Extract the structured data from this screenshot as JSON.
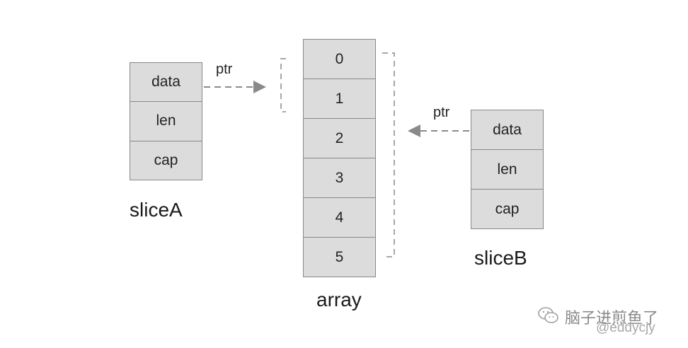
{
  "sliceA": {
    "name": "sliceA",
    "fields": [
      "data",
      "len",
      "cap"
    ],
    "ptr_label": "ptr"
  },
  "sliceB": {
    "name": "sliceB",
    "fields": [
      "data",
      "len",
      "cap"
    ],
    "ptr_label": "ptr"
  },
  "array": {
    "name": "array",
    "elements": [
      "0",
      "1",
      "2",
      "3",
      "4",
      "5"
    ]
  },
  "watermark": {
    "brand": "脑子进煎鱼了",
    "handle": "@eddycjy",
    "icon": "wechat-icon"
  },
  "colors": {
    "cell_fill": "#dcdcdc",
    "border": "#888888",
    "arrow": "#8a8a8a"
  }
}
